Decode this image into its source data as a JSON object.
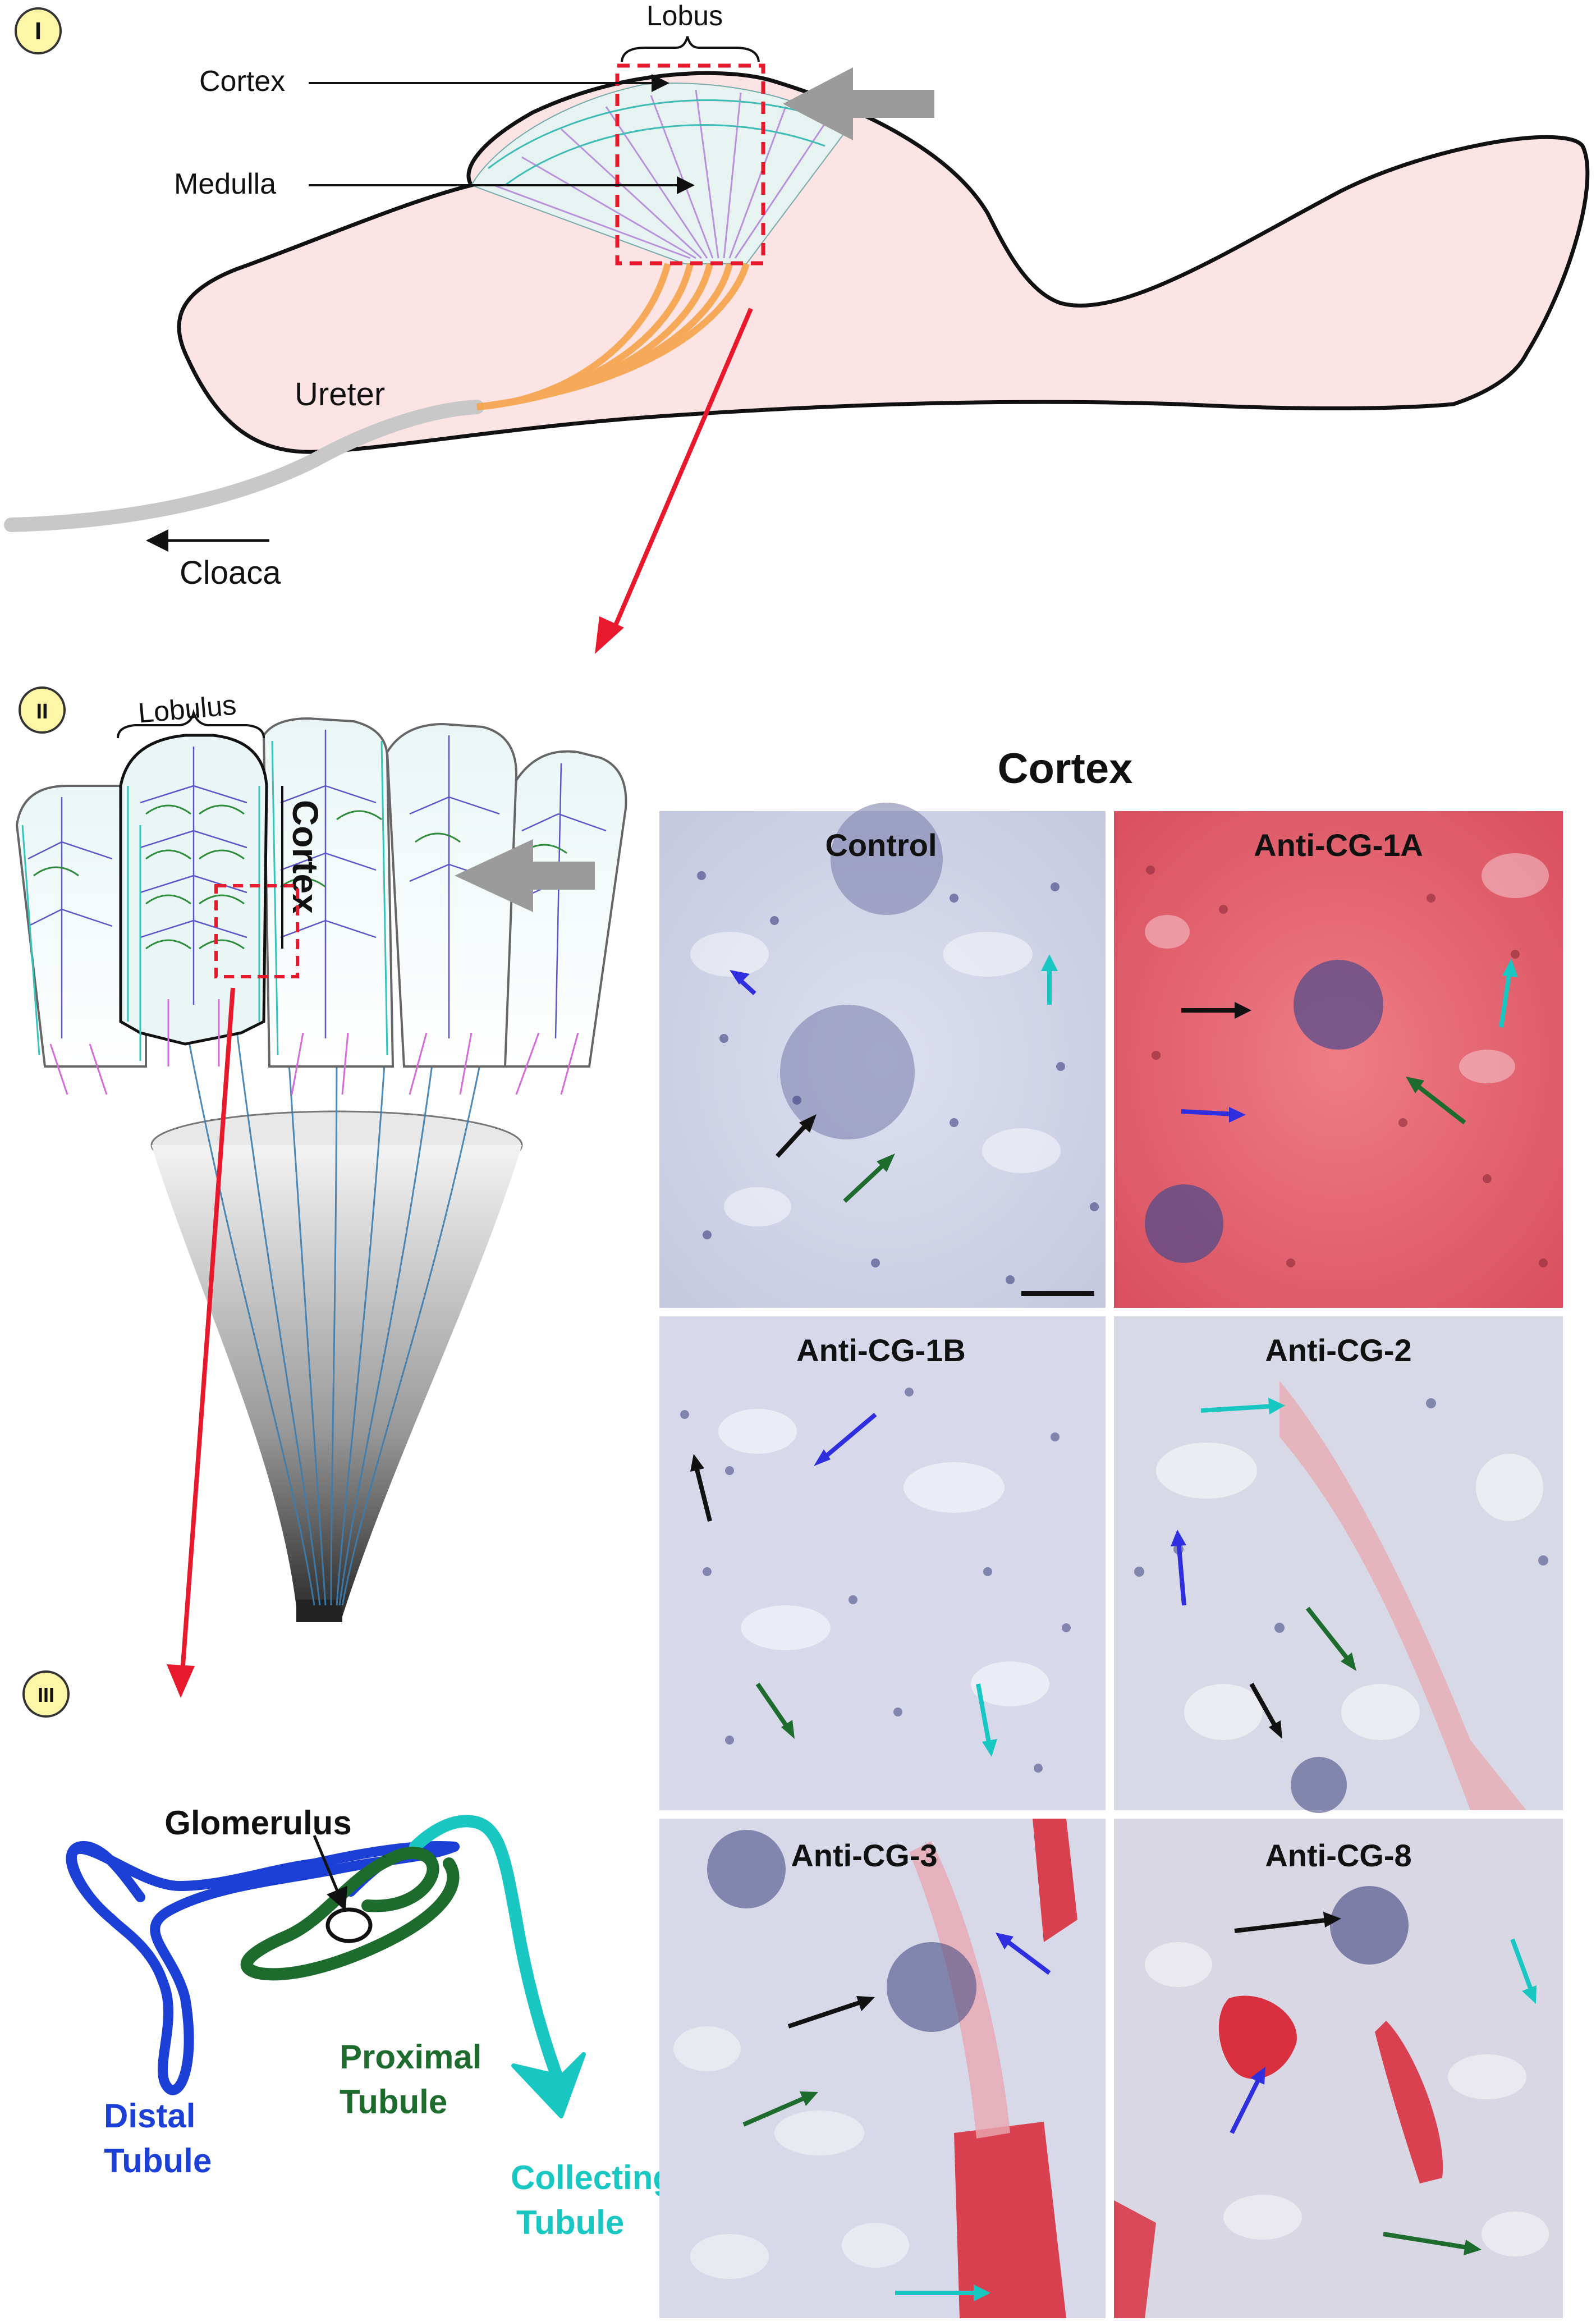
{
  "panel_1": {
    "marker": "I",
    "labels": {
      "lobus": "Lobus",
      "cortex": "Cortex",
      "medulla": "Medulla",
      "ureter": "Ureter",
      "cloaca": "Cloaca"
    }
  },
  "panel_2": {
    "marker": "II",
    "labels": {
      "lobulus": "Lobulus",
      "cortex": "Cortex"
    }
  },
  "panel_3": {
    "marker": "III",
    "labels": {
      "glomerulus": "Glomerulus",
      "proximal": "Proximal\nTubule",
      "distal": "Distal\nTubule",
      "collecting": "Collecting\nTubule"
    }
  },
  "micrographs": {
    "title": "Cortex",
    "panels": [
      {
        "label": "Control"
      },
      {
        "label": "Anti-CG-1A"
      },
      {
        "label": "Anti-CG-1B"
      },
      {
        "label": "Anti-CG-2"
      },
      {
        "label": "Anti-CG-3"
      },
      {
        "label": "Anti-CG-8"
      }
    ]
  },
  "colors": {
    "kidney_fill": "#fde4e4",
    "highlight_red": "#e8192c",
    "gray_arrow": "#9b9b9b",
    "proximal_green": "#1e6b2e",
    "distal_blue": "#1c3fd6",
    "collecting_cyan": "#19c7c2",
    "glomerulus_black": "#111111",
    "marker_yellow": "#fdf6a6",
    "ureter_orange": "#f6a44a",
    "ureter_gray": "#c8c8c8",
    "he_stain": "#cdd0e6",
    "positive_stain": "#e2586a"
  }
}
